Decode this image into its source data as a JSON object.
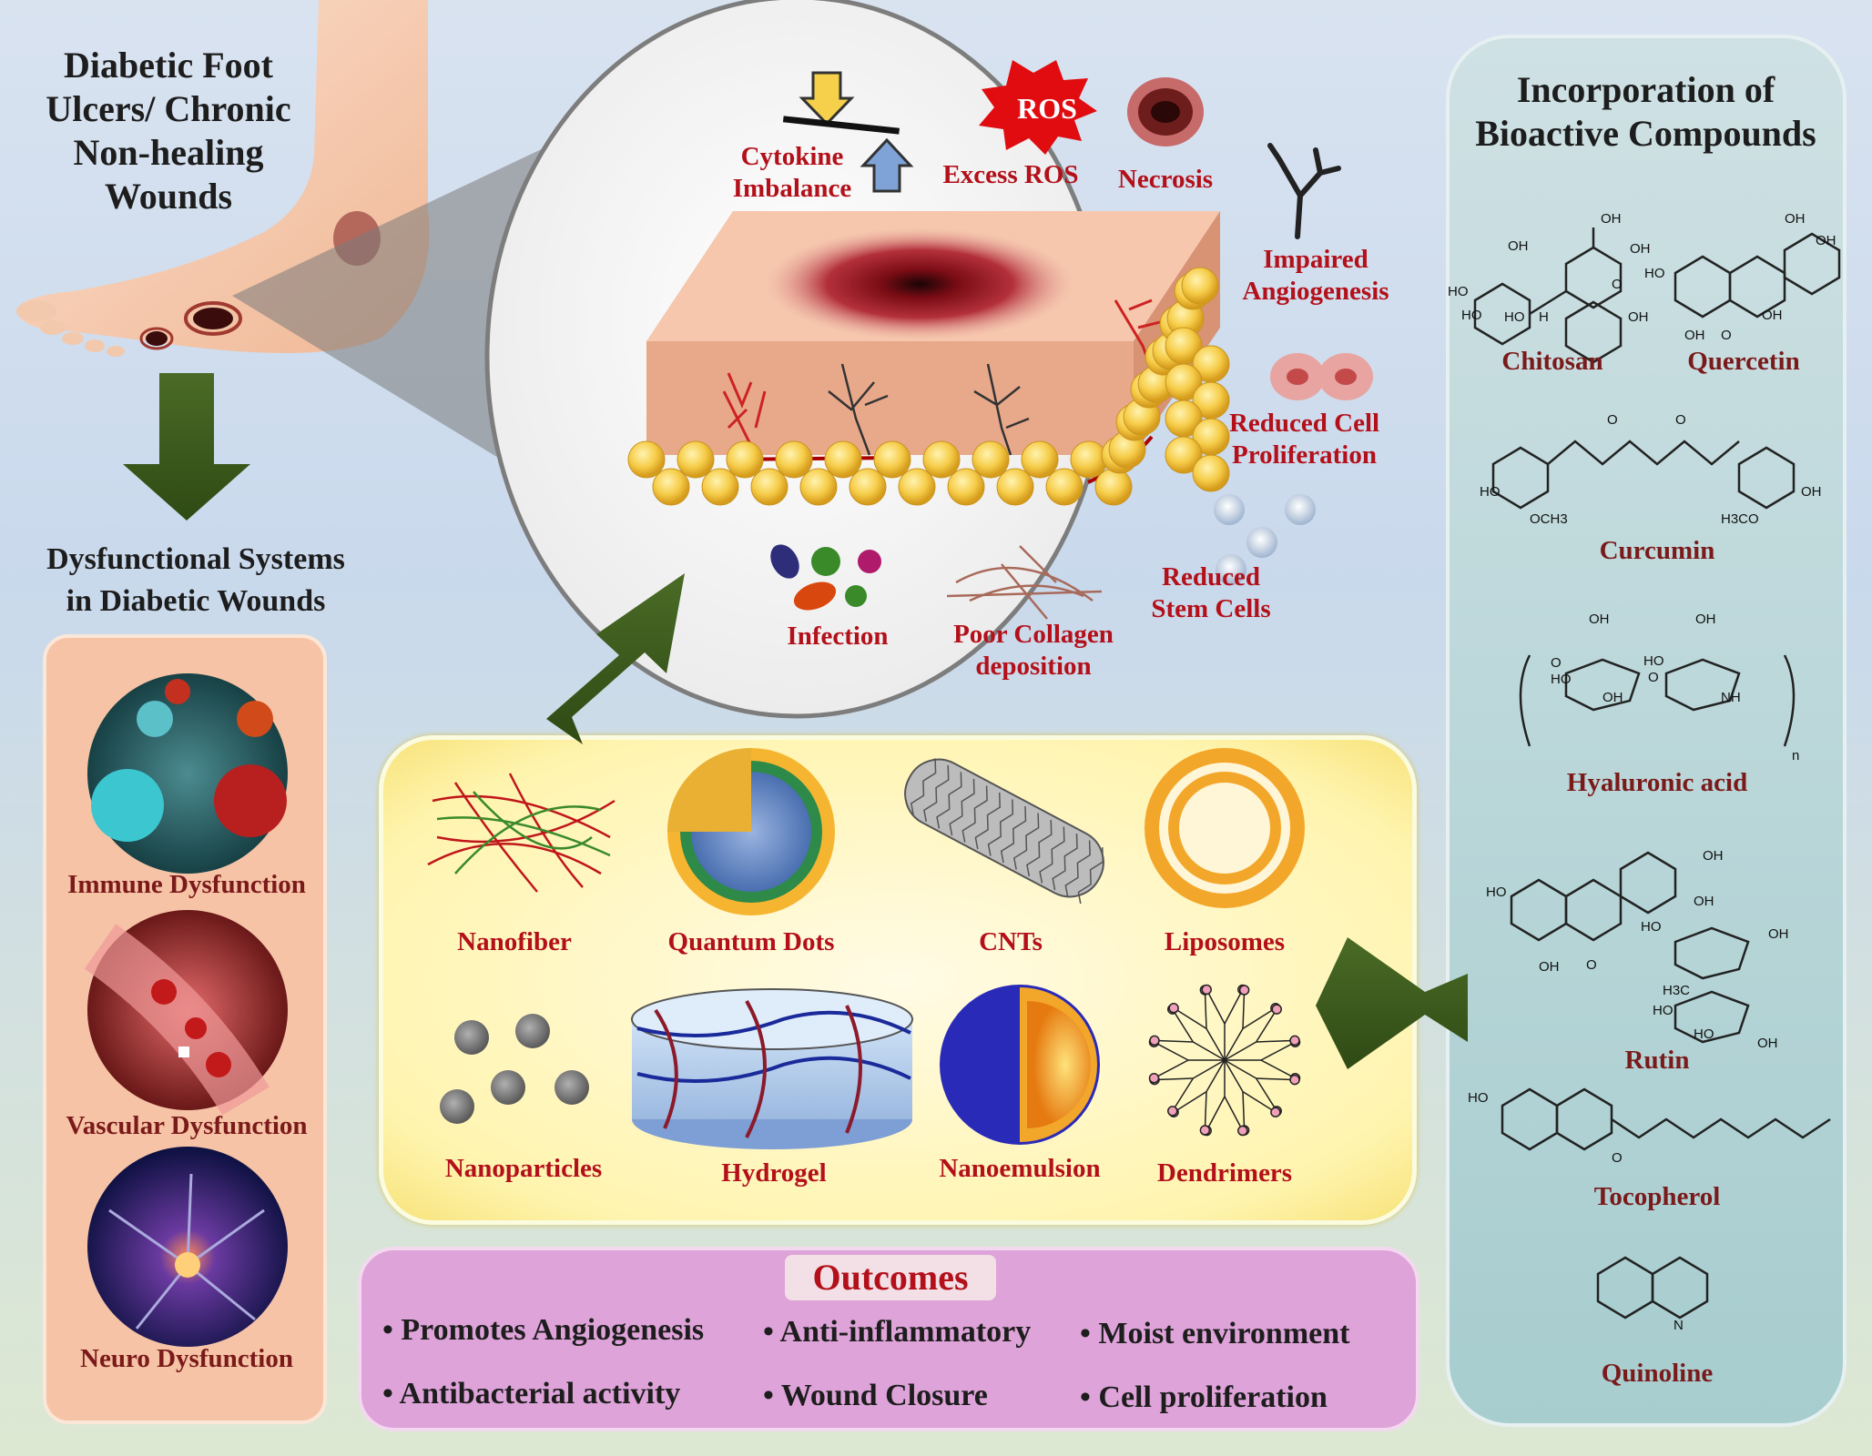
{
  "title_left": [
    "Diabetic Foot",
    "Ulcers/ Chronic",
    "Non-healing",
    "Wounds"
  ],
  "dysfunctional_title": [
    "Dysfunctional Systems",
    "in Diabetic Wounds"
  ],
  "dysfunctions": [
    "Immune Dysfunction",
    "Vascular Dysfunction",
    "Neuro Dysfunction"
  ],
  "wound_features": {
    "cytokine": [
      "Cytokine",
      "Imbalance"
    ],
    "ros_badge": "ROS",
    "ros": "Excess ROS",
    "necrosis": "Necrosis",
    "angiogenesis": [
      "Impaired",
      "Angiogenesis"
    ],
    "proliferation": [
      "Reduced Cell",
      "Proliferation"
    ],
    "stem_cells": [
      "Reduced",
      "Stem Cells"
    ],
    "collagen": [
      "Poor Collagen",
      "deposition"
    ],
    "infection": "Infection"
  },
  "nanocarriers": [
    "Nanofiber",
    "Quantum Dots",
    "CNTs",
    "Liposomes",
    "Nanoparticles",
    "Hydrogel",
    "Nanoemulsion",
    "Dendrimers"
  ],
  "bioactive_title": [
    "Incorporation of",
    "Bioactive Compounds"
  ],
  "compounds": [
    "Chitosan",
    "Quercetin",
    "Curcumin",
    "Hyaluronic acid",
    "Rutin",
    "Tocopherol",
    "Quinoline"
  ],
  "chem_labels": {
    "oh": "OH",
    "ho": "HO",
    "o": "O",
    "n": "N",
    "nh": "NH",
    "sub_n": "n",
    "och3": "OCH3",
    "h3co": "H3CO",
    "h3c": "H3C",
    "h": "H"
  },
  "outcomes_title": "Outcomes",
  "outcomes": [
    "• Promotes Angiogenesis",
    "• Anti-inflammatory",
    "• Moist environment",
    "• Antibacterial activity",
    "• Wound Closure",
    "• Cell proliferation"
  ]
}
